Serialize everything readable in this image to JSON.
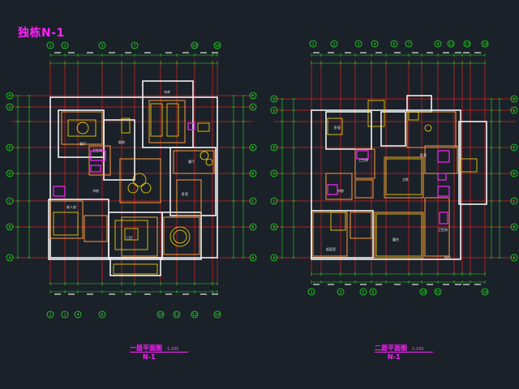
{
  "drawing_title": "独栋N-1",
  "plans": [
    {
      "name": "一层平面图",
      "scale": "1:100",
      "subtitle": "N-1",
      "top_axes": [
        "1",
        "2",
        "3",
        "7",
        "10",
        "14"
      ],
      "bottom_axes": [
        "1",
        "2",
        "4",
        "6",
        "10",
        "11",
        "12",
        "14"
      ],
      "side_axes": [
        "H",
        "G",
        "E",
        "D",
        "C",
        "B",
        "A"
      ],
      "rooms": [
        "餐厅",
        "厨房",
        "车库",
        "客厅",
        "卧室",
        "卫生间",
        "书房",
        "老人房",
        "门厅"
      ]
    },
    {
      "name": "二层平面图",
      "scale": "1:100",
      "subtitle": "N-1",
      "top_axes": [
        "1",
        "2",
        "3",
        "4",
        "6",
        "7",
        "8",
        "12",
        "13",
        "14"
      ],
      "bottom_axes": [
        "1",
        "3",
        "5",
        "6",
        "10",
        "11",
        "14"
      ],
      "side_axes": [
        "H",
        "G",
        "E",
        "D",
        "C",
        "B",
        "A"
      ],
      "rooms": [
        "卧室",
        "卫生间",
        "书房",
        "主卧",
        "露台",
        "阳台",
        "起居室"
      ]
    }
  ],
  "colors": {
    "background": "#1b2129",
    "axis": "#e02020",
    "wall": "#f2f2f2",
    "dimension": "#22e022",
    "furniture": "#ffe000",
    "fixture": "#ff22ff",
    "label": "#ff22ff"
  }
}
